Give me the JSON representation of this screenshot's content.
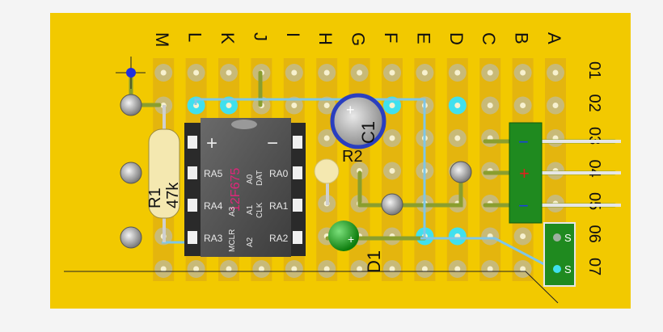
{
  "columns": [
    "A",
    "B",
    "C",
    "D",
    "E",
    "F",
    "G",
    "H",
    "I",
    "J",
    "K",
    "L",
    "M"
  ],
  "rows": [
    "01",
    "02",
    "03",
    "04",
    "05",
    "06",
    "07"
  ],
  "ic": {
    "part_number": "12F675",
    "plus": "+",
    "minus": "−",
    "pins_left": [
      "RA5",
      "RA4",
      "RA3"
    ],
    "pins_right": [
      "RA0",
      "RA1",
      "RA2"
    ],
    "sub_top": [
      "A0",
      "DAT"
    ],
    "sub_mid": [
      "A1",
      "CLK"
    ],
    "sub_left": [
      "A3"
    ],
    "sub_bottom": [
      "MCLR",
      "A2"
    ]
  },
  "resistor_r1": {
    "ref": "R1",
    "value": "47k"
  },
  "resistor_r2": {
    "ref": "R2"
  },
  "capacitor_c1": {
    "ref": "C1",
    "polarity": "+"
  },
  "diode_d1": {
    "ref": "D1",
    "polarity": "+"
  },
  "power_header": {
    "pins": [
      "−",
      "+",
      "−"
    ]
  },
  "signal_header": {
    "pins": [
      "S",
      "S"
    ]
  },
  "colors": {
    "board": "#f2c900",
    "copper": "#d9a41a",
    "pad": "#c8ba78",
    "pad_hole": "#f7f1cf",
    "cyan_pad": "#40e0ee",
    "trace": "#8a9e2e",
    "jumper": "#7fc6e6",
    "ic_body": "#4d4d4d",
    "part_number": "#e0267a",
    "header_green": "#1f8a1f",
    "led_green": "#1ca01c",
    "cap_blue": "#2a3fbf",
    "cursor_blue": "#1f2fe0"
  }
}
